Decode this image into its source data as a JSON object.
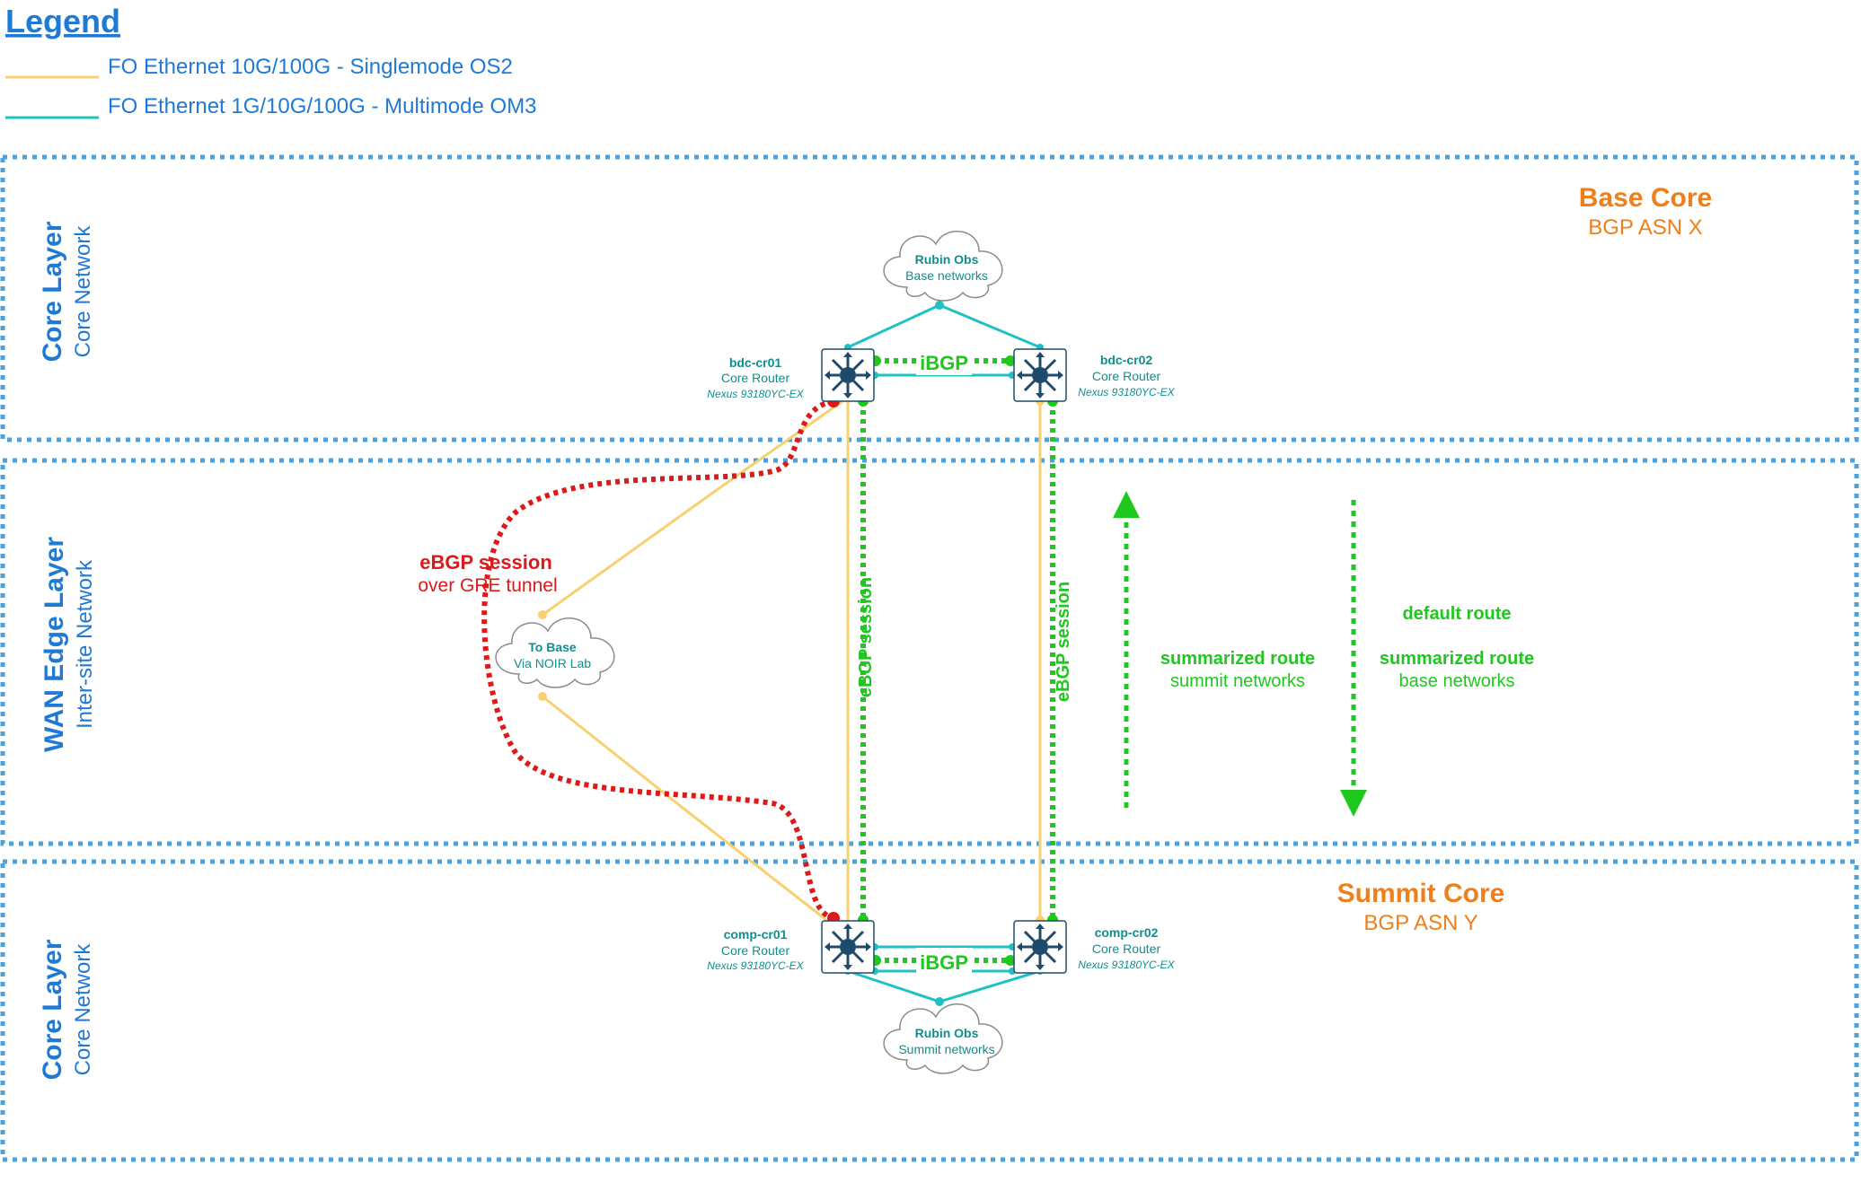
{
  "legend": {
    "title": "Legend",
    "items": [
      {
        "label": "FO Ethernet 10G/100G - Singlemode OS2",
        "color": "#f7d070"
      },
      {
        "label": "FO Ethernet 1G/10G/100G - Multimode OM3",
        "color": "#1fc2c2"
      }
    ]
  },
  "colors": {
    "zone_border": "#4aa3e0",
    "layer_text": "#1f7ad6",
    "zone_title": "#ee7f1a",
    "teal_text": "#0e8f8f",
    "router_icon": "#1e4a6b",
    "ibgp_green": "#1ec81e",
    "ebgp_red": "#dd1a1a",
    "singlemode": "#f7d070",
    "multimode": "#1fc2c2"
  },
  "zones": {
    "base": {
      "layer": "Core Layer",
      "sublayer": "Core Network",
      "title": "Base Core",
      "asn": "BGP ASN X"
    },
    "wan": {
      "layer": "WAN Edge Layer",
      "sublayer": "Inter-site Network"
    },
    "summit": {
      "layer": "Core Layer",
      "sublayer": "Core Network",
      "title": "Summit Core",
      "asn": "BGP ASN Y"
    }
  },
  "clouds": {
    "base": {
      "title": "Rubin Obs",
      "subtitle": "Base networks"
    },
    "wan": {
      "title": "To Base",
      "subtitle": "Via NOIR Lab"
    },
    "summit": {
      "title": "Rubin Obs",
      "subtitle": "Summit networks"
    }
  },
  "routers": {
    "bdc_cr01": {
      "name": "bdc-cr01",
      "role": "Core Router",
      "model": "Nexus 93180YC-EX",
      "icon": "router-icon"
    },
    "bdc_cr02": {
      "name": "bdc-cr02",
      "role": "Core Router",
      "model": "Nexus 93180YC-EX",
      "icon": "router-icon"
    },
    "comp_cr01": {
      "name": "comp-cr01",
      "role": "Core Router",
      "model": "Nexus 93180YC-EX",
      "icon": "router-icon"
    },
    "comp_cr02": {
      "name": "comp-cr02",
      "role": "Core Router",
      "model": "Nexus 93180YC-EX",
      "icon": "router-icon"
    }
  },
  "sessions": {
    "ibgp_top": "iBGP",
    "ibgp_bottom": "iBGP",
    "ebgp_left": "eBGP session",
    "ebgp_right": "eBGP session",
    "gre_title": "eBGP session",
    "gre_subtitle": "over GRE tunnel"
  },
  "routes": {
    "up": {
      "line1": "summarized route",
      "line2": "summit networks"
    },
    "down": {
      "line0": "default route",
      "line1": "summarized route",
      "line2": "base networks"
    }
  }
}
